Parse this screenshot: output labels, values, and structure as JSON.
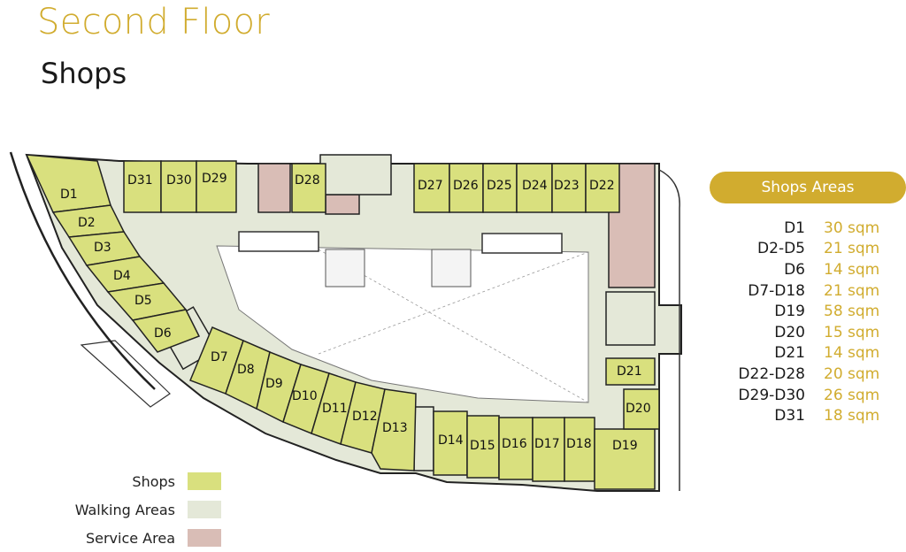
{
  "header": {
    "title": "Second Floor",
    "subtitle": "Shops"
  },
  "colors": {
    "gold": "#D1AC2F",
    "shop": "#D9E07E",
    "walking": "#E4E8D8",
    "service": "#D9BDB6",
    "wall": "#222222"
  },
  "areas": {
    "header": "Shops Areas",
    "rows": [
      {
        "unit": "D1",
        "area": "30 sqm"
      },
      {
        "unit": "D2-D5",
        "area": "21 sqm"
      },
      {
        "unit": "D6",
        "area": "14 sqm"
      },
      {
        "unit": "D7-D18",
        "area": "21 sqm"
      },
      {
        "unit": "D19",
        "area": "58 sqm"
      },
      {
        "unit": "D20",
        "area": "15 sqm"
      },
      {
        "unit": "D21",
        "area": "14 sqm"
      },
      {
        "unit": "D22-D28",
        "area": "20 sqm"
      },
      {
        "unit": "D29-D30",
        "area": "26 sqm"
      },
      {
        "unit": "D31",
        "area": "18 sqm"
      }
    ]
  },
  "legend": [
    {
      "label": "Shops",
      "color": "#D9E07E"
    },
    {
      "label": "Walking Areas",
      "color": "#E4E8D8"
    },
    {
      "label": "Service Area",
      "color": "#D9BDB6"
    }
  ],
  "units": [
    "D1",
    "D2",
    "D3",
    "D4",
    "D5",
    "D6",
    "D7",
    "D8",
    "D9",
    "D10",
    "D11",
    "D12",
    "D13",
    "D14",
    "D15",
    "D16",
    "D17",
    "D18",
    "D19",
    "D20",
    "D21",
    "D22",
    "D23",
    "D24",
    "D25",
    "D26",
    "D27",
    "D28",
    "D29",
    "D30",
    "D31"
  ]
}
